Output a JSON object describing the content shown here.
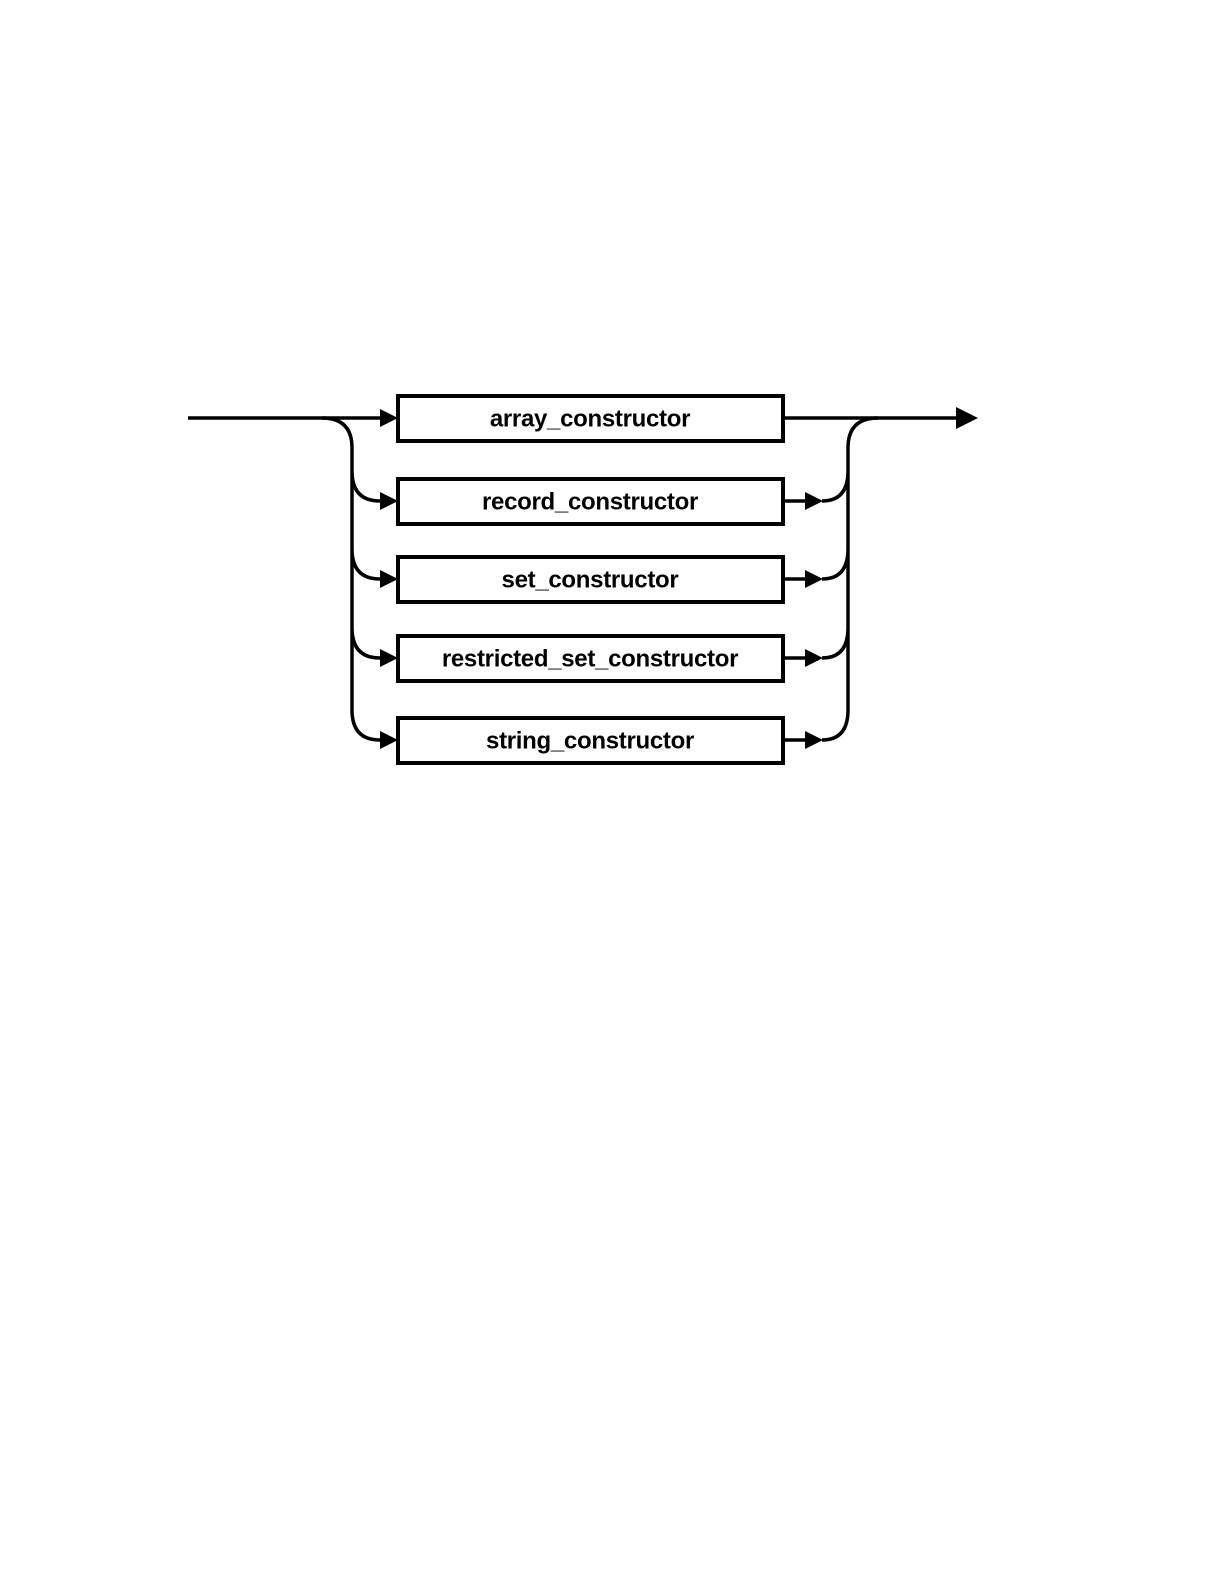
{
  "page": {
    "background_color": "#ffffff"
  },
  "diagram": {
    "kind": "railroad-syntax-diagram",
    "line_color": "#000000",
    "box_fill": "#ffffff",
    "nodes": [
      {
        "label": "array_constructor"
      },
      {
        "label": "record_constructor"
      },
      {
        "label": "set_constructor"
      },
      {
        "label": "restricted_set_constructor"
      },
      {
        "label": "string_constructor"
      }
    ]
  }
}
